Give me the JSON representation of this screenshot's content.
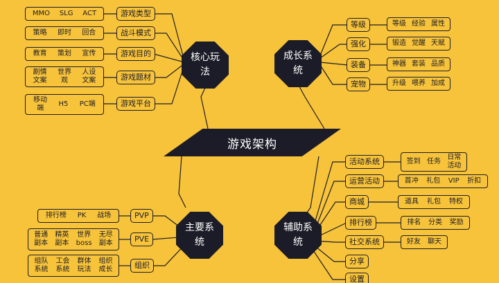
{
  "center": "游戏架构",
  "hubs": {
    "core": "核心玩法",
    "growth": "成长系统",
    "main": "主要系统",
    "aux": "辅助系统"
  },
  "core": {
    "categories": [
      "游戏类型",
      "战斗模式",
      "游戏目的",
      "游戏题材",
      "游戏平台"
    ],
    "items": [
      [
        "MMO",
        "SLG",
        "ACT"
      ],
      [
        "策略",
        "即时",
        "回合"
      ],
      [
        "教育",
        "策划",
        "宣传"
      ],
      [
        "剧情\n文案",
        "世界\n观",
        "人设\n文案"
      ],
      [
        "移动\n端",
        "H5",
        "PC端"
      ]
    ]
  },
  "growth": {
    "categories": [
      "等级",
      "强化",
      "装备",
      "宠物"
    ],
    "items": [
      [
        "等级",
        "经验",
        "属性"
      ],
      [
        "锻造",
        "觉醒",
        "天赋"
      ],
      [
        "神器",
        "套装",
        "品质"
      ],
      [
        "升级",
        "喂养",
        "加成"
      ]
    ]
  },
  "main": {
    "categories": [
      "PVP",
      "PVE",
      "组织"
    ],
    "items": [
      [
        "排行榜",
        "PK",
        "战场"
      ],
      [
        "普通\n副本",
        "精英\n副本",
        "世界\nboss",
        "无尽\n副本"
      ],
      [
        "组队\n系统",
        "工会\n系统",
        "群体\n玩法",
        "组织\n成长"
      ]
    ]
  },
  "aux": {
    "categories": [
      "活动系统",
      "运营活动",
      "商城",
      "排行榜",
      "社交系统",
      "分享",
      "设置"
    ],
    "items": [
      [
        "签到",
        "任务",
        "日常\n活动"
      ],
      [
        "首冲",
        "礼包",
        "VIP",
        "折扣"
      ],
      [
        "道具",
        "礼包",
        "特权"
      ],
      [
        "排名",
        "分类",
        "奖励"
      ],
      [
        "好友",
        "聊天"
      ]
    ]
  },
  "colors": {
    "background": "#F7C33A",
    "dark": "#1c1c28"
  }
}
